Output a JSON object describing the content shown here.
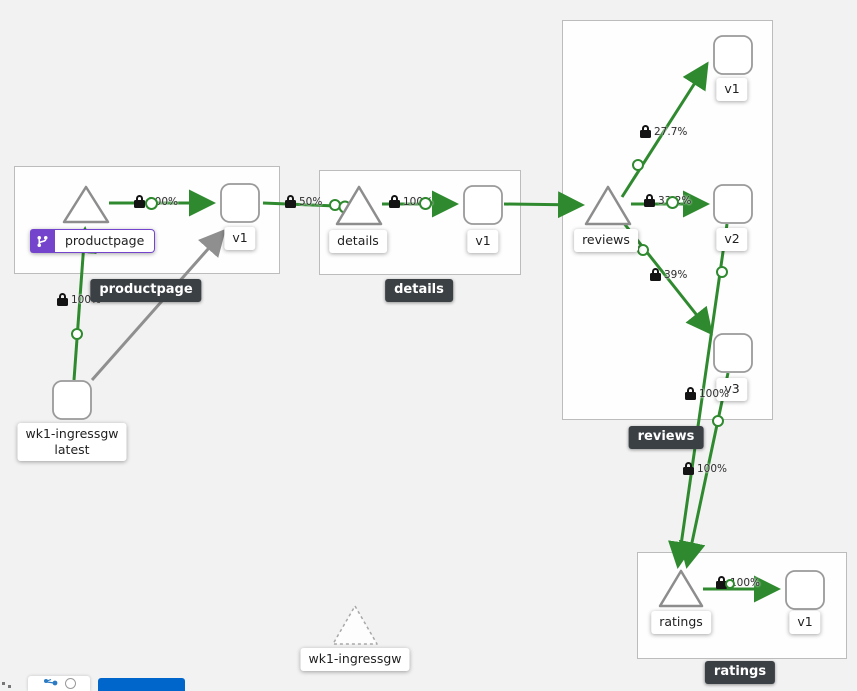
{
  "colors": {
    "background": "#f2f2f2",
    "edge_green": "#2f8a2f",
    "edge_gray": "#8f8f8f",
    "node_border": "#8d8d8d",
    "group_badge_dark": "#3b4045",
    "virtualservice_purple": "#7445cc",
    "action_button_blue": "#0066cc"
  },
  "graph": {
    "group_badges": {
      "productpage": "productpage",
      "details": "details",
      "reviews": "reviews",
      "ratings": "ratings"
    },
    "node_labels": {
      "productpage_service": "productpage",
      "productpage_v1": "v1",
      "details_service": "details",
      "details_v1": "v1",
      "reviews_service": "reviews",
      "reviews_v1": "v1",
      "reviews_v2": "v2",
      "reviews_v3": "v3",
      "ratings_service": "ratings",
      "ratings_v1": "v1",
      "ingress_workload": "wk1-ingressgw",
      "ingress_workload_version": "latest",
      "idle_service": "wk1-ingressgw"
    },
    "edge_percentages": {
      "ingress_to_productpage": "100%",
      "productpage_to_v1": "100%",
      "productpage_to_details": "50%",
      "details_to_v1": "100%",
      "reviews_to_v1": "27.7%",
      "reviews_to_v2": "33.2%",
      "reviews_to_v3": "39%",
      "reviews_v3_to_ratings": "100%",
      "reviews_v2_to_ratings": "100%",
      "ratings_to_v1": "100%"
    }
  }
}
